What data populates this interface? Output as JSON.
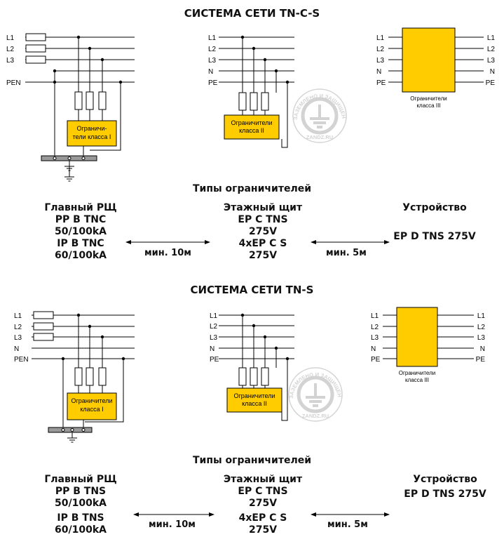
{
  "colors": {
    "surge_box": "#FFCC00",
    "wire": "#000000",
    "ground_bar": "#999999",
    "watermark": "#b0b0b0"
  },
  "watermark": {
    "text": "ЗАЗЕМЛЕНО И ЗАЩИЩЕНО",
    "site": "ZANDZ.RU",
    "icon": "ground-symbol-icon"
  },
  "sections": [
    {
      "title": "СИСТЕМА СЕТИ   TN-C-S",
      "main_lines": [
        "L1",
        "L2",
        "L3",
        "PEN"
      ],
      "main_box": [
        "Ограничи-",
        "тели класса I"
      ],
      "floor_lines": [
        "L1",
        "L2",
        "L3",
        "N",
        "PE"
      ],
      "floor_box": [
        "Ограничители",
        "класса II"
      ],
      "device_lines_left": [
        "L1",
        "L2",
        "L3",
        "N",
        "PE"
      ],
      "device_lines_right": [
        "L1",
        "L2",
        "L3",
        "N",
        "PE"
      ],
      "device_caption": [
        "Ограничители",
        "класса III"
      ],
      "types_title": "Типы ограничителей",
      "main_panel": {
        "title": "Главный РЩ",
        "lines": [
          "PP B TNC",
          "50/100kA",
          "IP B TNC",
          "60/100kA"
        ]
      },
      "floor_panel": {
        "title": "Этажный щит",
        "lines": [
          "EP C TNS",
          "275V",
          "4xEP C S",
          "275V"
        ]
      },
      "device": {
        "title": "Устройство",
        "lines": [
          "EP D TNS 275V"
        ]
      },
      "dist1": "мин. 10м",
      "dist2": "мин. 5м"
    },
    {
      "title": "СИСТЕМА СЕТИ TN-S",
      "main_lines": [
        "L1",
        "L2",
        "L3",
        "N",
        "PEN"
      ],
      "main_box": [
        "Ограничители",
        "класса I"
      ],
      "floor_lines": [
        "L1",
        "L2",
        "L3",
        "N",
        "PE"
      ],
      "floor_box": [
        "Ограничители",
        "класса II"
      ],
      "device_lines_left": [
        "L1",
        "L2",
        "L3",
        "N",
        "PE"
      ],
      "device_lines_right": [
        "L1",
        "L2",
        "L3",
        "N",
        "PE"
      ],
      "device_caption": [
        "Ограничители",
        "класса III"
      ],
      "types_title": "Типы ограничителей",
      "main_panel": {
        "title": "Главный РЩ",
        "lines": [
          "PP B TNS",
          "50/100kA",
          "IP B TNS",
          "60/100kA"
        ]
      },
      "floor_panel": {
        "title": "Этажный щит",
        "lines": [
          "EP C TNS",
          "275V",
          "4xEP C S",
          "275V"
        ]
      },
      "device": {
        "title": "Устройство",
        "lines": [
          "EP D TNS 275V"
        ]
      },
      "dist1": "мин. 10м",
      "dist2": "мин. 5м"
    }
  ]
}
